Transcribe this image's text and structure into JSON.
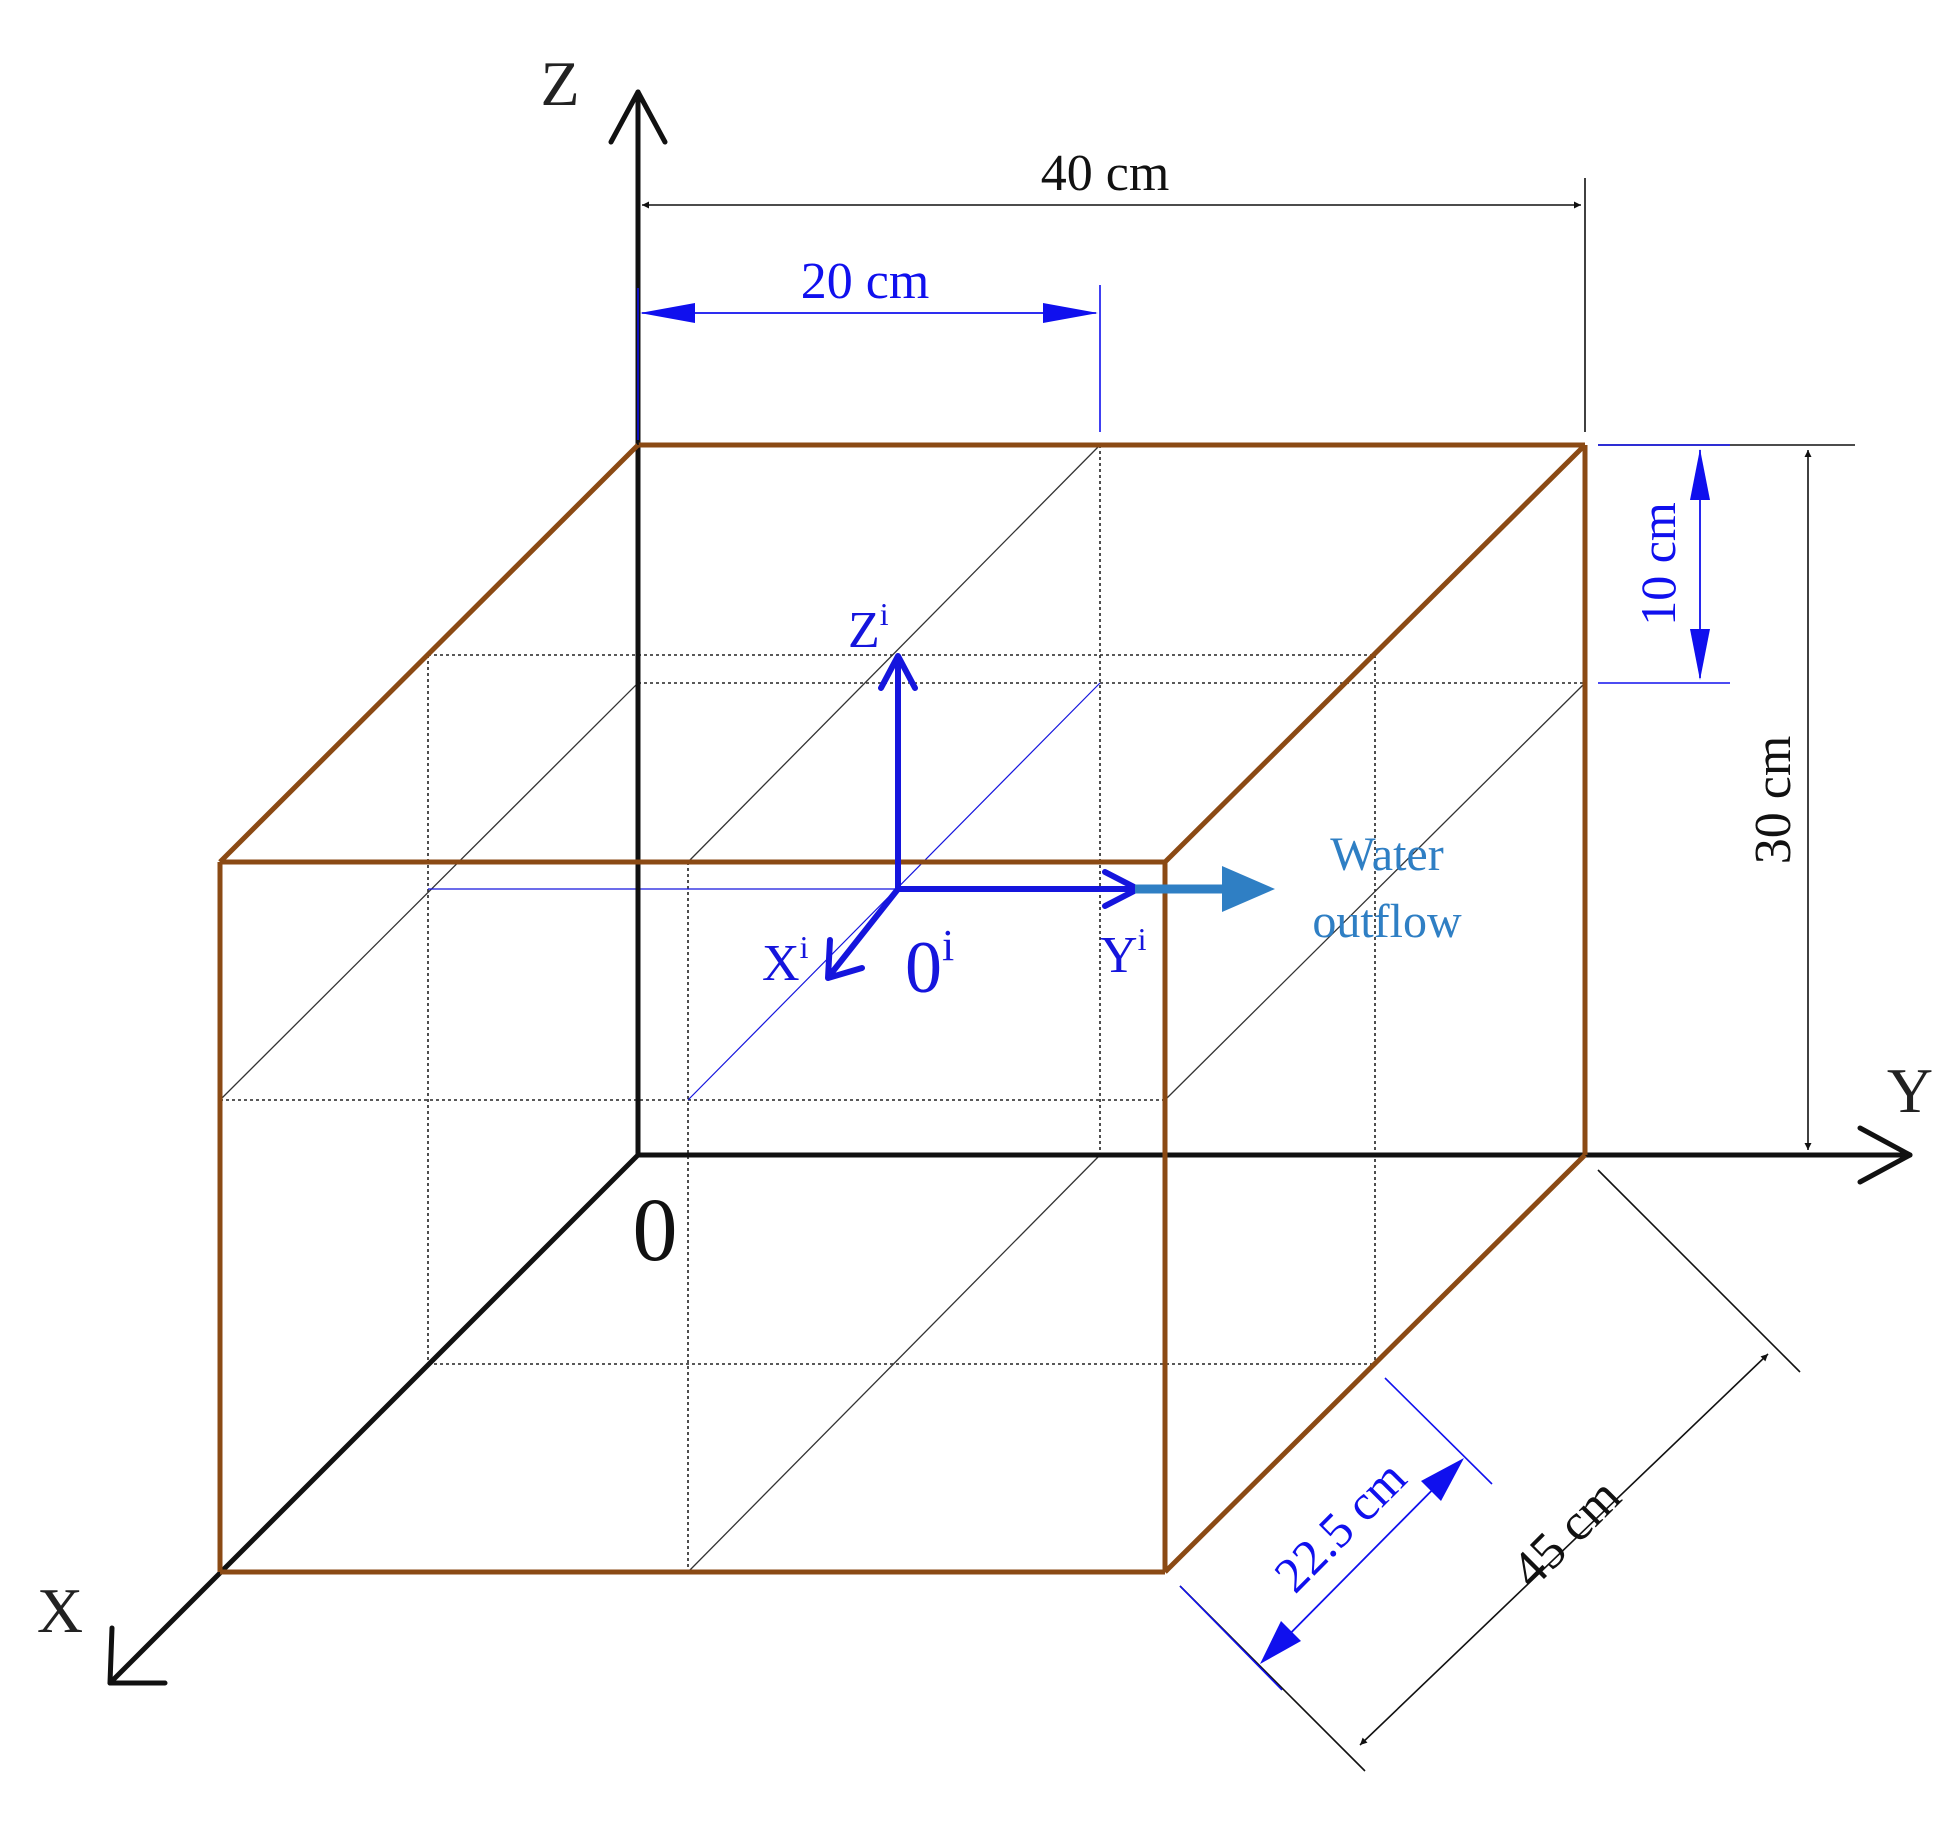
{
  "colors": {
    "box_edge": "#8B4A14",
    "axis": "#111111",
    "grid": "#222222",
    "dim_black": "#111111",
    "dim_blue": "#1010ee",
    "local_axis": "#1515dd",
    "flow": "#2f7fc4"
  },
  "global_axes": {
    "z": "Z",
    "y": "Y",
    "x": "X",
    "origin": "0"
  },
  "local_axes": {
    "z": "Z",
    "y": "Y",
    "x": "X",
    "sup": "i",
    "origin": "0",
    "origin_sup": "i"
  },
  "flow": {
    "line1": "Water",
    "line2": "outflow"
  },
  "dimensions": {
    "width_full": "40 cm",
    "width_half": "20 cm",
    "height_full": "30 cm",
    "height_part": "10 cm",
    "depth_full": "45 cm",
    "depth_half": "22.5 cm"
  }
}
